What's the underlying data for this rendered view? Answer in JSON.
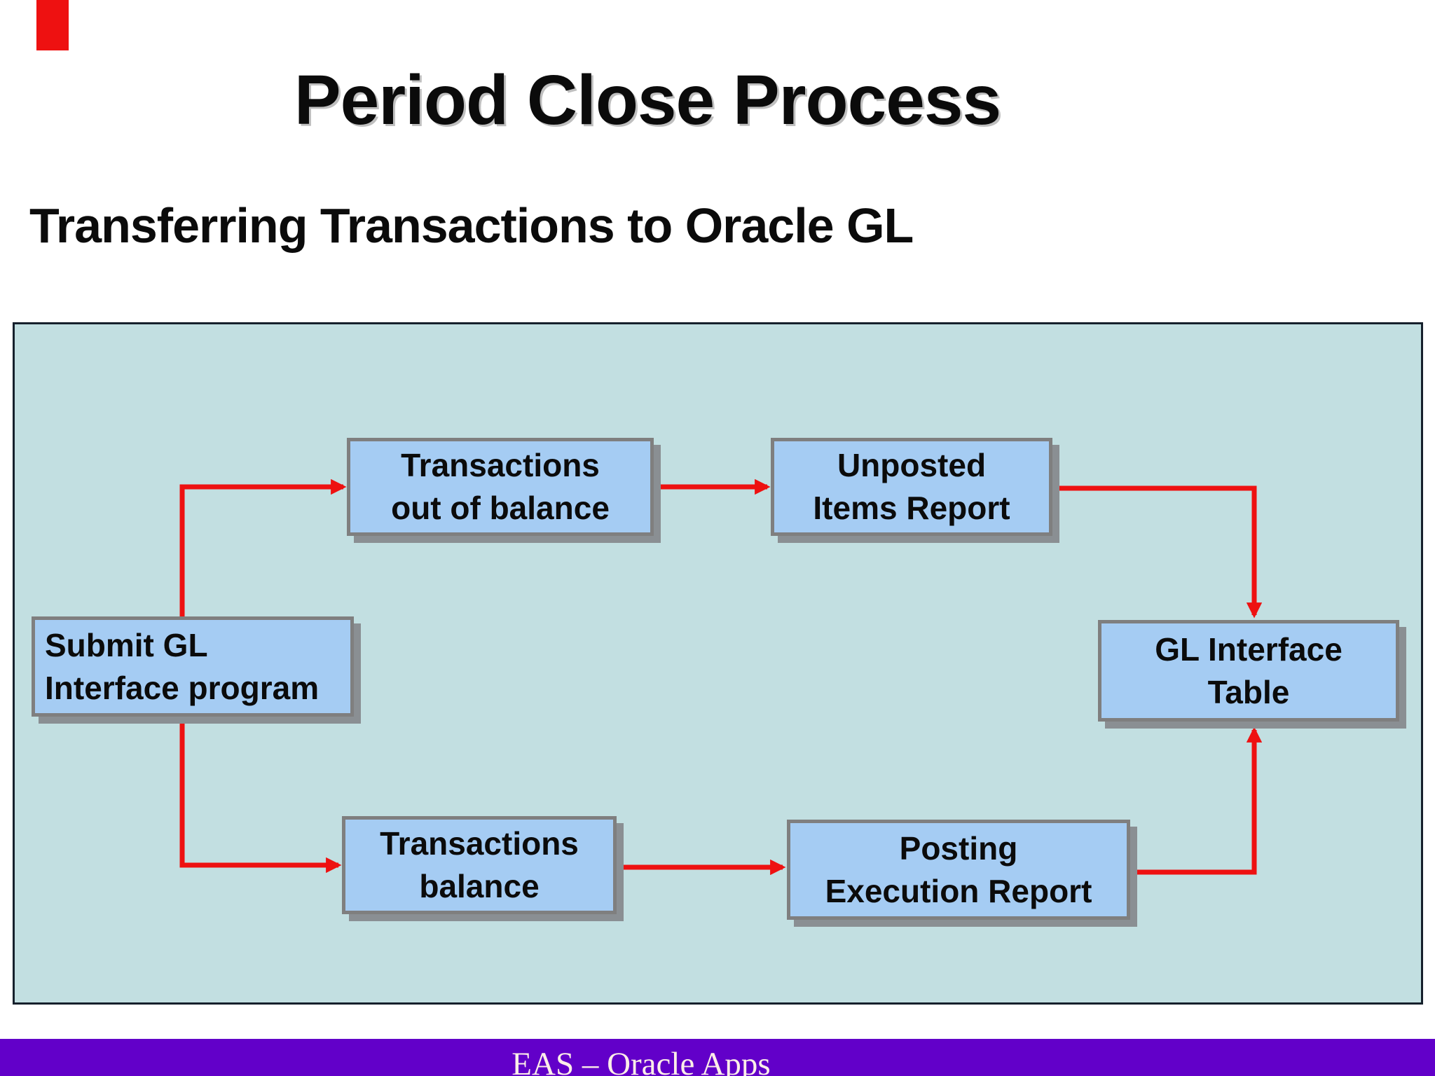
{
  "colors": {
    "accent_red": "#ee1111",
    "panel_bg": "#c2dfe1",
    "panel_border": "#16202c",
    "box_fill": "#a5ccf3",
    "box_border": "#7f7f7f",
    "shadow": "#8a8f93",
    "footer_bg": "#6200c9",
    "footer_text": "#fdeee8",
    "ink": "#0b0b0b"
  },
  "slide": {
    "title": "Period Close Process",
    "subtitle": "Transferring Transactions to Oracle GL",
    "footer": "EAS – Oracle Apps"
  },
  "diagram": {
    "nodes": {
      "out_of_balance": {
        "line1": "Transactions",
        "line2": "out of balance"
      },
      "unposted": {
        "line1": "Unposted",
        "line2": "Items Report"
      },
      "submit": {
        "line1": "Submit GL",
        "line2": "Interface program"
      },
      "gl_table": {
        "line1": "GL Interface",
        "line2": "Table"
      },
      "balance": {
        "line1": "Transactions",
        "line2": "balance"
      },
      "posting": {
        "line1": "Posting",
        "line2": "Execution Report"
      }
    },
    "edges": [
      {
        "from": "submit",
        "to": "out_of_balance"
      },
      {
        "from": "out_of_balance",
        "to": "unposted"
      },
      {
        "from": "unposted",
        "to": "gl_table"
      },
      {
        "from": "submit",
        "to": "balance"
      },
      {
        "from": "balance",
        "to": "posting"
      },
      {
        "from": "posting",
        "to": "gl_table"
      }
    ]
  }
}
